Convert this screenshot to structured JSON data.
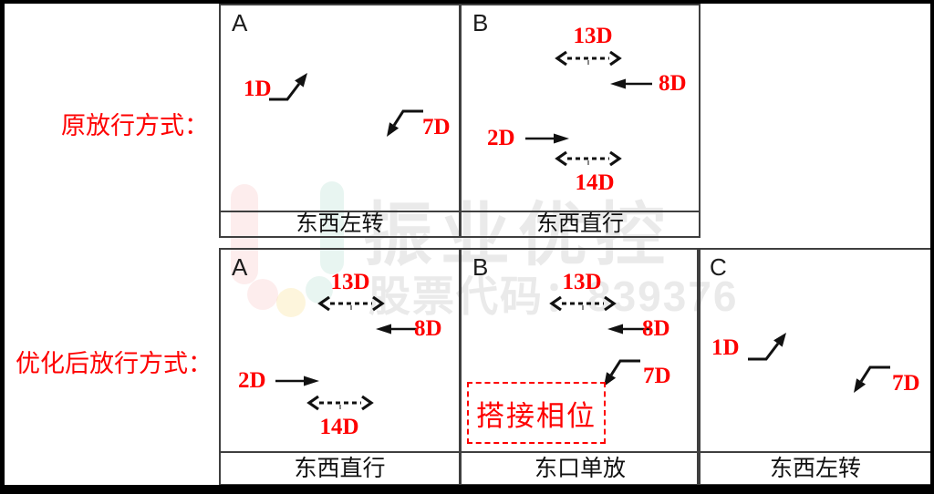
{
  "page": {
    "type": "traffic-signal-phase-comparison-diagram"
  },
  "colors": {
    "label_red": "#fe0000",
    "arrow_black": "#111111",
    "watermark_gray": "#eaeaea",
    "panel_border": "#3f3f3f",
    "frame_black": "#000000"
  },
  "rows": [
    {
      "label": "原放行方式：",
      "panels": [
        {
          "letter": "A",
          "caption": "东西左转",
          "movements": [
            {
              "id": "1D",
              "arrow": "left-turn-northeast-arrow"
            },
            {
              "id": "7D",
              "arrow": "left-turn-southwest-arrow"
            }
          ]
        },
        {
          "letter": "B",
          "caption": "东西直行",
          "movements": [
            {
              "id": "13D",
              "arrow": "two-way-dashed-arrow"
            },
            {
              "id": "8D",
              "arrow": "straight-west-arrow"
            },
            {
              "id": "2D",
              "arrow": "straight-east-arrow"
            },
            {
              "id": "14D",
              "arrow": "two-way-dashed-arrow"
            }
          ]
        }
      ]
    },
    {
      "label": "优化后放行方式：",
      "panels": [
        {
          "letter": "A",
          "caption": "东西直行",
          "movements": [
            {
              "id": "13D",
              "arrow": "two-way-dashed-arrow"
            },
            {
              "id": "8D",
              "arrow": "straight-west-arrow"
            },
            {
              "id": "2D",
              "arrow": "straight-east-arrow"
            },
            {
              "id": "14D",
              "arrow": "two-way-dashed-arrow"
            }
          ]
        },
        {
          "letter": "B",
          "caption": "东口单放",
          "overlap_note": "搭接相位",
          "movements": [
            {
              "id": "13D",
              "arrow": "two-way-dashed-arrow"
            },
            {
              "id": "8D",
              "arrow": "straight-west-arrow"
            },
            {
              "id": "7D",
              "arrow": "left-turn-southwest-arrow"
            }
          ]
        },
        {
          "letter": "C",
          "caption": "东西左转",
          "movements": [
            {
              "id": "1D",
              "arrow": "left-turn-northeast-arrow"
            },
            {
              "id": "7D",
              "arrow": "left-turn-southwest-arrow"
            }
          ]
        }
      ]
    }
  ],
  "watermark": {
    "brand": "振业优控",
    "stock_code": "股票代码：839376"
  }
}
